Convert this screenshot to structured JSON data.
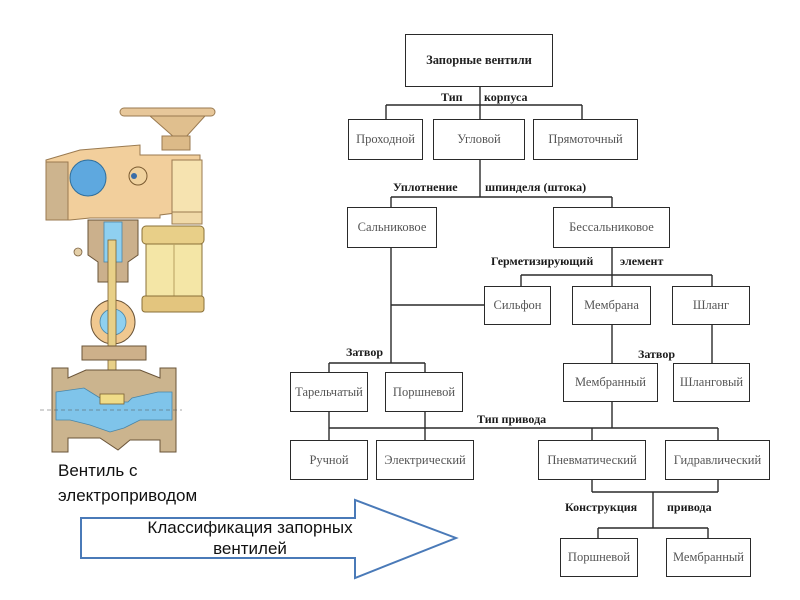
{
  "diagram": {
    "title_node": "Запорные вентили",
    "labels": {
      "body_type": [
        "Тип",
        "корпуса"
      ],
      "spindle_seal": [
        "Уплотнение",
        "шпинделя (штока)"
      ],
      "sealing_element": [
        "Герметизирующий",
        "элемент"
      ],
      "gate_left": "Затвор",
      "gate_right": "Затвор",
      "drive_type": "Тип привода",
      "drive_construction": [
        "Конструкция",
        "привода"
      ]
    },
    "body_types": [
      "Проходной",
      "Угловой",
      "Прямоточный"
    ],
    "spindle_seals": [
      "Сальниковое",
      "Бессальниковое"
    ],
    "sealing_elements": [
      "Сильфон",
      "Мембрана",
      "Шланг"
    ],
    "gates_left": [
      "Тарельчатый",
      "Поршневой"
    ],
    "gates_right": [
      "Мембранный",
      "Шланговый"
    ],
    "drive_types": [
      "Ручной",
      "Электрический",
      "Пневматический",
      "Гидравлический"
    ],
    "drive_constructions": [
      "Поршневой",
      "Мембранный"
    ]
  },
  "illustration": {
    "caption_line1": "Вентиль с",
    "caption_line2": "электроприводом"
  },
  "arrow": {
    "text_line1": "Классификация запорных",
    "text_line2": "вентилей",
    "stroke_color": "#4a7ab8"
  },
  "colors": {
    "valve_body": "#d8bc98",
    "valve_fluid": "#7fc4ea",
    "actuator": "#f2d9a8",
    "motor": "#efe0a0"
  }
}
